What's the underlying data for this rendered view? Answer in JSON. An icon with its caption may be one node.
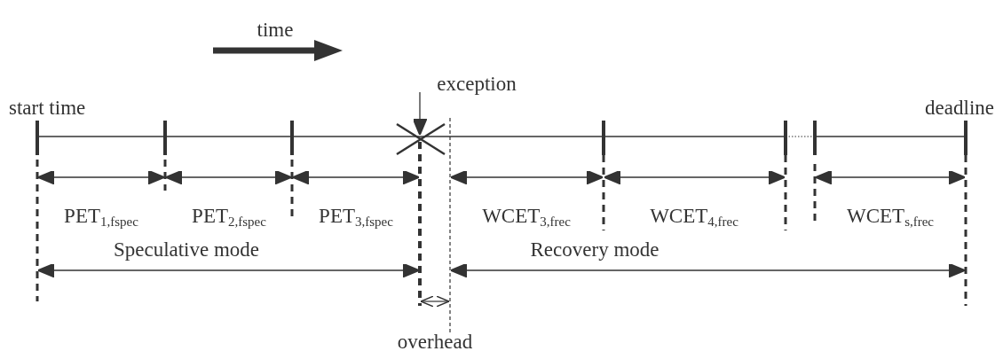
{
  "diagram": {
    "nodes": [
      {
        "text": [
          "exception"
        ]
      },
      {
        "text": [],
        "shape": "cross"
      }
    ],
    "edges": [
      {
        "from": 0,
        "to": 1,
        "arrow": "to"
      }
    ],
    "labels": [
      "time",
      "start time",
      "deadline",
      "PET$_{1,fspec}$",
      "PET$_{2,fspec}$",
      "PET$_{3,fspec}$",
      "WCET$_{3,frec}$",
      "WCET$_{4,frec}$",
      "WCET$_{s,frec}$",
      "Speculative mode",
      "Recovery mode",
      "overhead"
    ]
  }
}
